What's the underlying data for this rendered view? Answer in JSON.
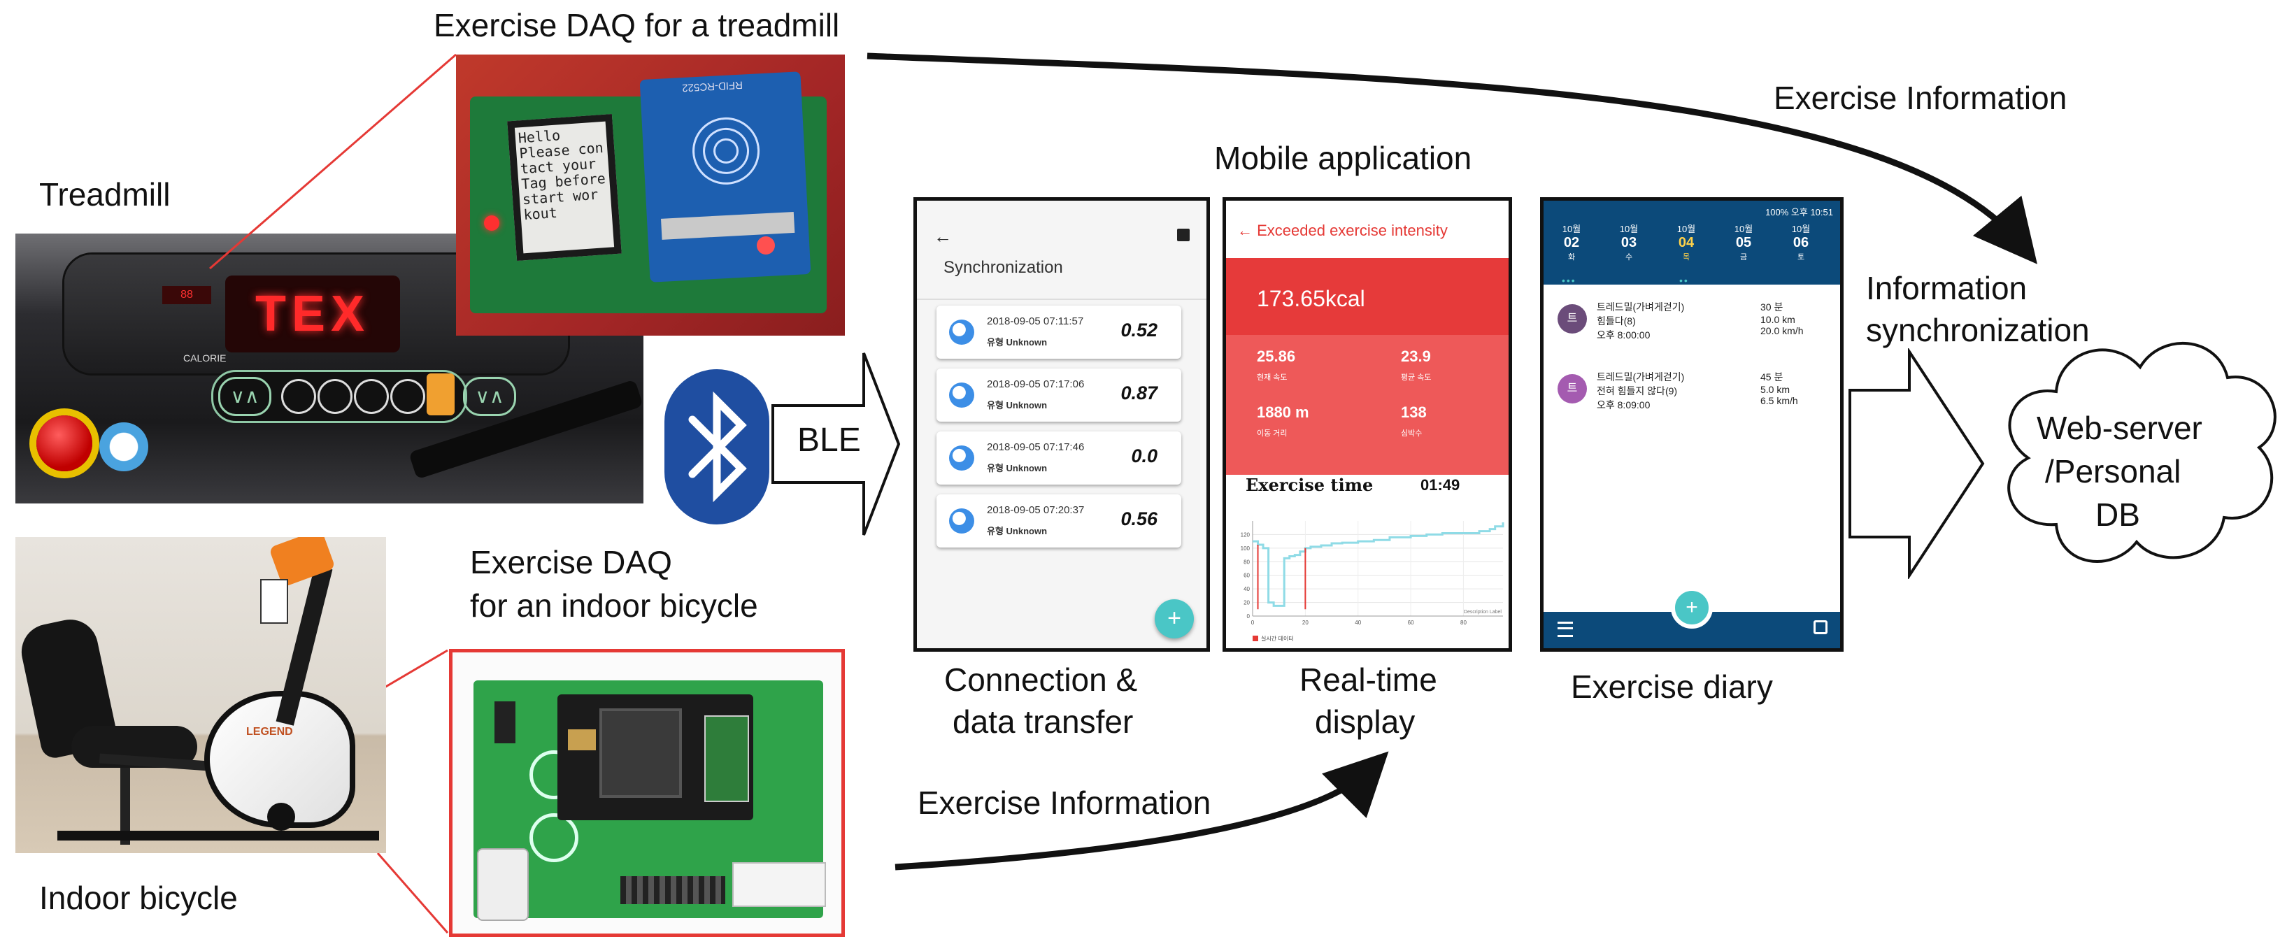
{
  "labels": {
    "daq_treadmill": "Exercise DAQ for a treadmill",
    "treadmill": "Treadmill",
    "daq_bicycle_line1": "Exercise DAQ",
    "daq_bicycle_line2": "for an indoor bicycle",
    "indoor_bicycle": "Indoor bicycle",
    "ble": "BLE",
    "mobile_application": "Mobile application",
    "exercise_info_top": "Exercise Information",
    "exercise_info_bottom": "Exercise Information",
    "info_sync_line1": "Information",
    "info_sync_line2": "synchronization",
    "cloud_line1": "Web-server",
    "cloud_line2": "/Personal",
    "cloud_line3": "DB",
    "caption_connection_line1": "Connection &",
    "caption_connection_line2": "data transfer",
    "caption_realtime_line1": "Real-time",
    "caption_realtime_line2": "display",
    "caption_diary": "Exercise diary"
  },
  "treadmill_lcd": {
    "lines": [
      "Hello",
      "Please con",
      "tact your",
      "Tag before",
      "start wor",
      "kout"
    ],
    "rfid_label": "RFID-RC522"
  },
  "treadmill_console": {
    "display_text": "TEX",
    "calorie_label": "CALORIE"
  },
  "bicycle_brand": "LEGEND",
  "sync_screen": {
    "back_icon": "arrow-left-icon",
    "save_icon": "save-icon",
    "title": "Synchronization",
    "records": [
      {
        "date": "2018-09-05 07:11:57",
        "type": "유형 Unknown",
        "value": "0.52"
      },
      {
        "date": "2018-09-05 07:17:06",
        "type": "유형 Unknown",
        "value": "0.87"
      },
      {
        "date": "2018-09-05 07:17:46",
        "type": "유형 Unknown",
        "value": "0.0"
      },
      {
        "date": "2018-09-05 07:20:37",
        "type": "유형 Unknown",
        "value": "0.56"
      }
    ],
    "fab": "+"
  },
  "realtime_screen": {
    "back_label": "← Exceeded exercise intensity",
    "kcal": "173.65kcal",
    "stats": [
      {
        "value": "25.86",
        "label": "현재 속도"
      },
      {
        "value": "23.9",
        "label": "평균 속도"
      },
      {
        "value": "1880 m",
        "label": "이동 거리"
      },
      {
        "value": "138",
        "label": "심박수"
      }
    ],
    "exercise_time_label": "Exercise time",
    "exercise_time_value": "01:49",
    "chart_legend": "실시간 데이터",
    "chart_desc": "Description Label"
  },
  "chart_data": {
    "type": "line",
    "ylim": [
      0,
      140
    ],
    "xlim": [
      0,
      95
    ],
    "y_ticks": [
      "0",
      "20",
      "40",
      "60",
      "80",
      "100",
      "120"
    ],
    "x_ticks": [
      "0",
      "20",
      "40",
      "60",
      "80"
    ],
    "series": [
      {
        "name": "실시간 데이터",
        "color": "#8fdbe6",
        "x": [
          0,
          2,
          4,
          6,
          8,
          10,
          12,
          14,
          16,
          18,
          20,
          22,
          26,
          30,
          34,
          40,
          46,
          52,
          60,
          66,
          72,
          80,
          86,
          90,
          92,
          95
        ],
        "y": [
          110,
          105,
          100,
          20,
          15,
          15,
          85,
          88,
          90,
          95,
          100,
          102,
          104,
          107,
          108,
          110,
          112,
          116,
          118,
          120,
          122,
          122,
          125,
          128,
          132,
          138
        ]
      }
    ],
    "markers": {
      "x": [
        2,
        20
      ],
      "y": [
        105,
        100
      ],
      "color": "#e53935"
    }
  },
  "diary_screen": {
    "status_bar": "100% 오후 10:51",
    "days": [
      {
        "month": "10월",
        "date": "02",
        "weekday": "화"
      },
      {
        "month": "10월",
        "date": "03",
        "weekday": "수"
      },
      {
        "month": "10월",
        "date": "04",
        "weekday": "목"
      },
      {
        "month": "10월",
        "date": "05",
        "weekday": "금"
      },
      {
        "month": "10월",
        "date": "06",
        "weekday": "토"
      }
    ],
    "entries": [
      {
        "badge": "트",
        "lines": [
          "트레드밀(가벼게걷기)",
          "힘들다(8)",
          "오후 8:00:00"
        ],
        "values": [
          "30 분",
          "10.0 km",
          "20.0 km/h"
        ],
        "color": "#6b4c7a"
      },
      {
        "badge": "트",
        "lines": [
          "트레드밀(가벼게걷기)",
          "전혀 힘들지 않다(9)",
          "오후 8:09:00"
        ],
        "values": [
          "45 분",
          "5.0 km",
          "6.5 km/h"
        ],
        "color": "#a45bb0"
      }
    ],
    "fab": "+",
    "menu_icon": "menu-icon",
    "calendar_icon": "calendar-icon"
  },
  "colors": {
    "teal": "#4ac6c6",
    "diary_blue": "#0c4a7a",
    "red_header": "#e84545",
    "bluetooth_blue": "#1f4ea1"
  }
}
